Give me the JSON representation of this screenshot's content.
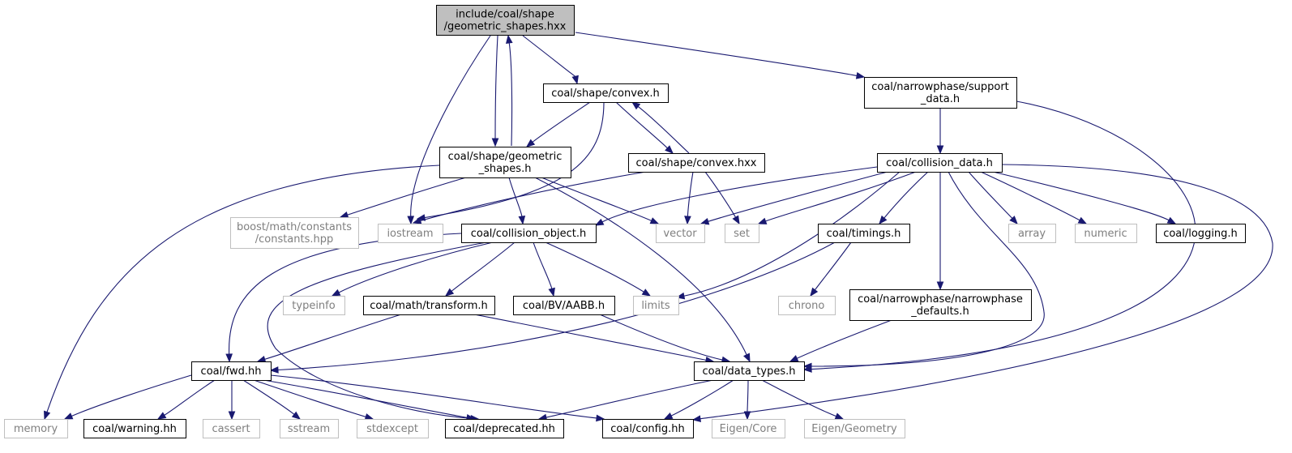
{
  "diagram": {
    "colors": {
      "edge": "#191970",
      "root_fill": "#bfbfbf",
      "node_border": "#000000",
      "external_border": "#bfbfbf",
      "external_text": "#7f7f7f"
    },
    "nodes": {
      "root": {
        "lines": [
          "include/coal/shape",
          "/geometric_shapes.hxx"
        ],
        "kind": "root"
      },
      "convex_h": {
        "lines": [
          "coal/shape/convex.h"
        ],
        "kind": "internal"
      },
      "support_data": {
        "lines": [
          "coal/narrowphase/support",
          "_data.h"
        ],
        "kind": "internal"
      },
      "geometric_shapes_h": {
        "lines": [
          "coal/shape/geometric",
          "_shapes.h"
        ],
        "kind": "internal"
      },
      "convex_hxx": {
        "lines": [
          "coal/shape/convex.hxx"
        ],
        "kind": "internal"
      },
      "collision_data": {
        "lines": [
          "coal/collision_data.h"
        ],
        "kind": "internal"
      },
      "boost_constants": {
        "lines": [
          "boost/math/constants",
          "/constants.hpp"
        ],
        "kind": "external"
      },
      "iostream": {
        "lines": [
          "iostream"
        ],
        "kind": "external"
      },
      "collision_object": {
        "lines": [
          "coal/collision_object.h"
        ],
        "kind": "internal"
      },
      "vector": {
        "lines": [
          "vector"
        ],
        "kind": "external"
      },
      "set": {
        "lines": [
          "set"
        ],
        "kind": "external"
      },
      "timings": {
        "lines": [
          "coal/timings.h"
        ],
        "kind": "internal"
      },
      "array": {
        "lines": [
          "array"
        ],
        "kind": "external"
      },
      "numeric": {
        "lines": [
          "numeric"
        ],
        "kind": "external"
      },
      "logging": {
        "lines": [
          "coal/logging.h"
        ],
        "kind": "internal"
      },
      "typeinfo": {
        "lines": [
          "typeinfo"
        ],
        "kind": "external"
      },
      "transform": {
        "lines": [
          "coal/math/transform.h"
        ],
        "kind": "internal"
      },
      "aabb": {
        "lines": [
          "coal/BV/AABB.h"
        ],
        "kind": "internal"
      },
      "limits": {
        "lines": [
          "limits"
        ],
        "kind": "external"
      },
      "chrono": {
        "lines": [
          "chrono"
        ],
        "kind": "external"
      },
      "narrowphase_defaults": {
        "lines": [
          "coal/narrowphase/narrowphase",
          "_defaults.h"
        ],
        "kind": "internal"
      },
      "fwd": {
        "lines": [
          "coal/fwd.hh"
        ],
        "kind": "internal"
      },
      "data_types": {
        "lines": [
          "coal/data_types.h"
        ],
        "kind": "internal"
      },
      "memory": {
        "lines": [
          "memory"
        ],
        "kind": "external"
      },
      "warning": {
        "lines": [
          "coal/warning.hh"
        ],
        "kind": "internal"
      },
      "cassert": {
        "lines": [
          "cassert"
        ],
        "kind": "external"
      },
      "sstream": {
        "lines": [
          "sstream"
        ],
        "kind": "external"
      },
      "stdexcept": {
        "lines": [
          "stdexcept"
        ],
        "kind": "external"
      },
      "deprecated": {
        "lines": [
          "coal/deprecated.hh"
        ],
        "kind": "internal"
      },
      "config": {
        "lines": [
          "coal/config.hh"
        ],
        "kind": "internal"
      },
      "eigen_core": {
        "lines": [
          "Eigen/Core"
        ],
        "kind": "external"
      },
      "eigen_geometry": {
        "lines": [
          "Eigen/Geometry"
        ],
        "kind": "external"
      }
    },
    "edges": [
      [
        "root",
        "convex_h"
      ],
      [
        "root",
        "support_data"
      ],
      [
        "root",
        "geometric_shapes_h"
      ],
      [
        "root",
        "iostream"
      ],
      [
        "geometric_shapes_h",
        "root"
      ],
      [
        "convex_h",
        "geometric_shapes_h"
      ],
      [
        "convex_h",
        "convex_hxx"
      ],
      [
        "convex_h",
        "iostream"
      ],
      [
        "convex_hxx",
        "convex_h"
      ],
      [
        "convex_hxx",
        "iostream"
      ],
      [
        "convex_hxx",
        "vector"
      ],
      [
        "convex_hxx",
        "set"
      ],
      [
        "support_data",
        "collision_data"
      ],
      [
        "support_data",
        "data_types"
      ],
      [
        "geometric_shapes_h",
        "memory"
      ],
      [
        "geometric_shapes_h",
        "boost_constants"
      ],
      [
        "geometric_shapes_h",
        "collision_object"
      ],
      [
        "geometric_shapes_h",
        "vector"
      ],
      [
        "geometric_shapes_h",
        "data_types"
      ],
      [
        "collision_data",
        "collision_object"
      ],
      [
        "collision_data",
        "vector"
      ],
      [
        "collision_data",
        "set"
      ],
      [
        "collision_data",
        "limits"
      ],
      [
        "collision_data",
        "timings"
      ],
      [
        "collision_data",
        "narrowphase_defaults"
      ],
      [
        "collision_data",
        "array"
      ],
      [
        "collision_data",
        "numeric"
      ],
      [
        "collision_data",
        "logging"
      ],
      [
        "collision_data",
        "data_types"
      ],
      [
        "collision_data",
        "config"
      ],
      [
        "collision_object",
        "fwd"
      ],
      [
        "collision_object",
        "deprecated"
      ],
      [
        "collision_object",
        "typeinfo"
      ],
      [
        "collision_object",
        "transform"
      ],
      [
        "collision_object",
        "aabb"
      ],
      [
        "collision_object",
        "limits"
      ],
      [
        "timings",
        "chrono"
      ],
      [
        "timings",
        "fwd"
      ],
      [
        "transform",
        "fwd"
      ],
      [
        "transform",
        "data_types"
      ],
      [
        "aabb",
        "data_types"
      ],
      [
        "narrowphase_defaults",
        "data_types"
      ],
      [
        "fwd",
        "memory"
      ],
      [
        "fwd",
        "warning"
      ],
      [
        "fwd",
        "cassert"
      ],
      [
        "fwd",
        "sstream"
      ],
      [
        "fwd",
        "stdexcept"
      ],
      [
        "fwd",
        "deprecated"
      ],
      [
        "fwd",
        "config"
      ],
      [
        "data_types",
        "deprecated"
      ],
      [
        "data_types",
        "config"
      ],
      [
        "data_types",
        "eigen_core"
      ],
      [
        "data_types",
        "eigen_geometry"
      ]
    ]
  }
}
